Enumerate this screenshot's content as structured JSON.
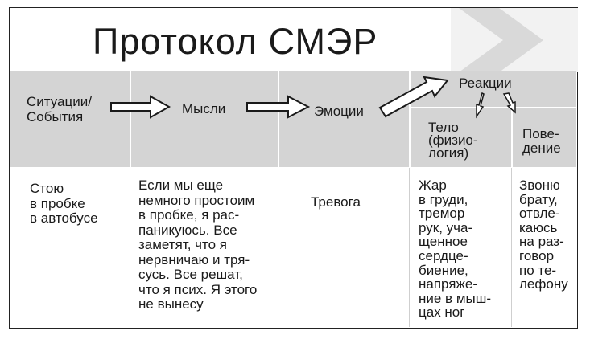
{
  "title": "Протокол СМЭР",
  "headers": {
    "situations": "Ситуации/\nСобытия",
    "thoughts": "Мысли",
    "emotions": "Эмоции",
    "reactions": "Реакции",
    "body": "Тело\n(физио-\nлогия)",
    "behavior": "Пове-\nдение"
  },
  "row": {
    "situation": "Стою\nв пробке\nв автобусе",
    "thought": "Если мы еще\nнемного простоим\nв пробке, я рас-\nпаникуюсь. Все\nзаметят, что я\nнервничаю и тря-\nсусь. Все решат,\nчто я псих. Я этого\nне вынесу",
    "emotion": "Тревога",
    "body": "Жар\nв груди,\nтремор\nрук, уча-\nщенное\nсердце-\nбиение,\nнапряже-\nние в мыш-\nцах ног",
    "behavior": "Звоню\nбрату,\nотвле-\nкаюсь\nна раз-\nговор\nпо те-\nлефону"
  }
}
